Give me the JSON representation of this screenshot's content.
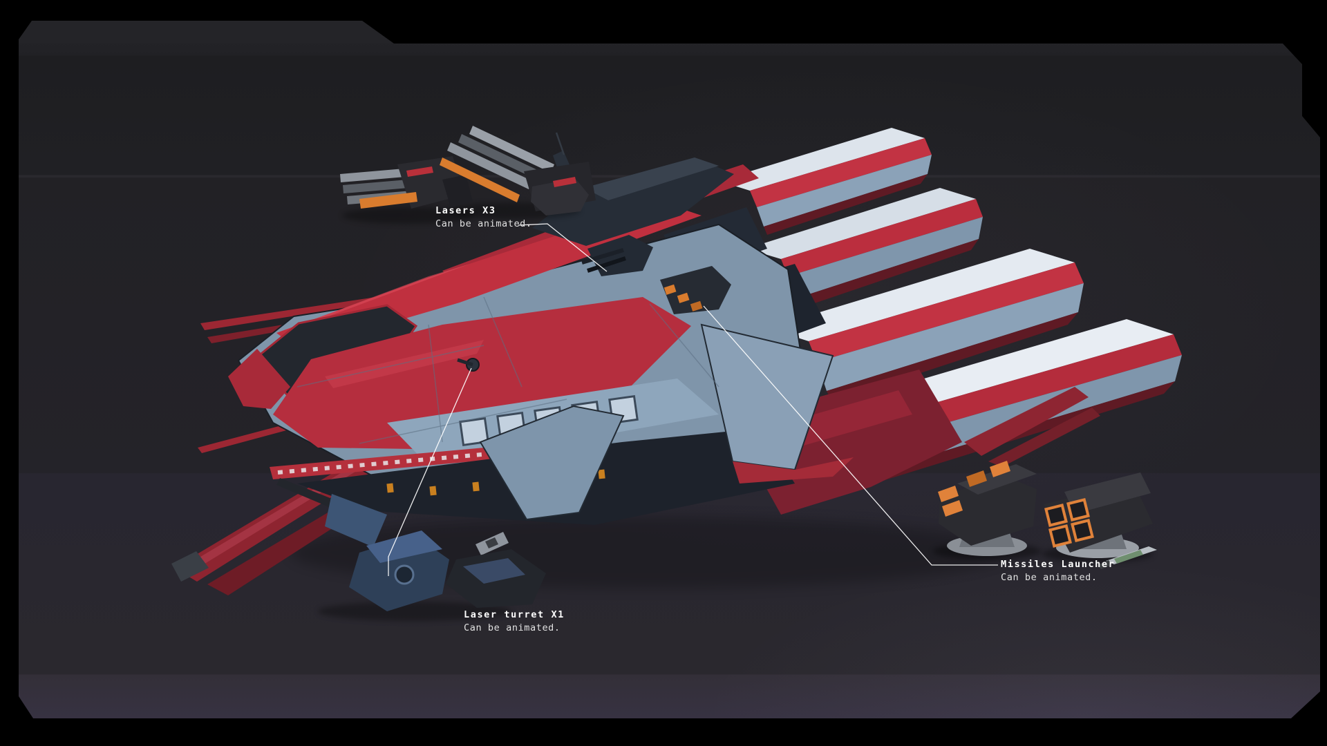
{
  "callouts": {
    "lasers": {
      "title": "Lasers X3",
      "subtitle": "Can be animated."
    },
    "laser_turret": {
      "title": "Laser turret X1",
      "subtitle": "Can be animated."
    },
    "missiles_launcher": {
      "title": "Missiles Launcher",
      "subtitle": "Can be animated."
    }
  },
  "colors": {
    "background": "#000000",
    "backdrop_panel": "#222125",
    "backdrop_bottom_band": "#343039",
    "ship_red": "#bb2e3e",
    "ship_bright_red": "#d84a58",
    "ship_dark_red": "#7c2130",
    "ship_blue_gray": "#8ba2b8",
    "ship_light_blue": "#b7c7d7",
    "ship_dark": "#242b35",
    "white_panel": "#e4eaf1",
    "accent_orange": "#d97c2e",
    "leader_line": "#ffffff",
    "label_text": "#ffffff"
  }
}
